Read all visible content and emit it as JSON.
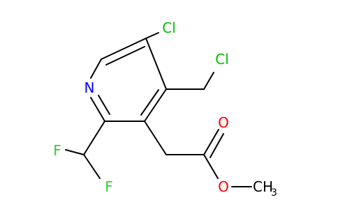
{
  "molecule": {
    "atoms": {
      "n_ring": "N",
      "cl_ring": "Cl",
      "cl_chain": "Cl",
      "o_carbonyl": "O",
      "o_ester": "O",
      "f_top": "F",
      "f_bottom": "F",
      "methyl_ch": "CH",
      "methyl_sub": "3"
    },
    "colors": {
      "bond": "#000000",
      "nitrogen": "#0000ff",
      "chlorine": "#00c000",
      "oxygen": "#ff0000",
      "fluorine": "#33cc33",
      "carbon": "#000000",
      "background": "#ffffff"
    }
  }
}
